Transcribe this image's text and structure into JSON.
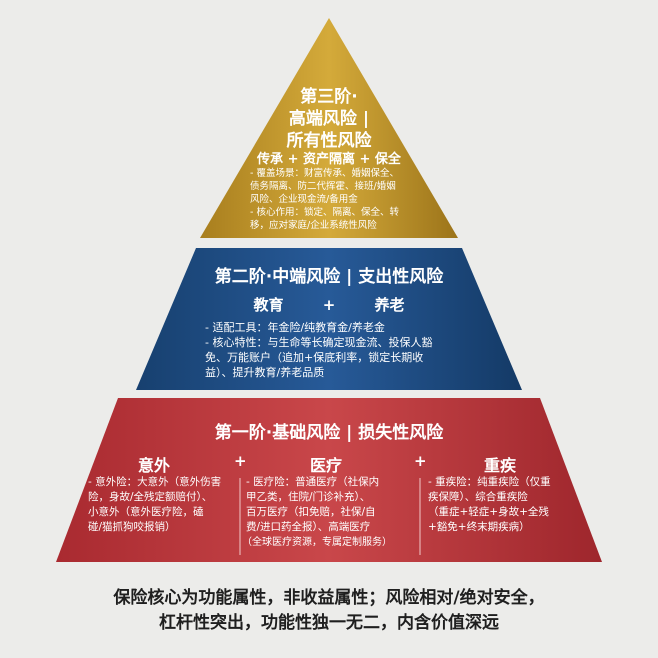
{
  "colors": {
    "background": "#ececea",
    "tier3": "#c9a030",
    "tier2": "#1f4f8c",
    "tier1": "#c2383c",
    "text_light": "#ffffff",
    "text_dark": "#1f1f1f"
  },
  "tier3": {
    "title_lines": [
      "第三阶·",
      "高端风险 |",
      "所有性风险"
    ],
    "subtitle": "传承 + 资产隔离 + 保全",
    "items": [
      "- 覆盖场景：财富传承、婚姻保全、",
      "债务隔离、防二代挥霍、接班/婚姻",
      "风险、企业现金流/备用金",
      "- 核心作用：锁定、隔离、保全、转",
      "移，应对家庭/企业系统性风险"
    ]
  },
  "tier2": {
    "title": "第二阶·中端风险 | 支出性风险",
    "subtitle_left": "教育",
    "subtitle_plus": "+",
    "subtitle_right": "养老",
    "items": [
      "- 适配工具：年金险/纯教育金/养老金",
      "- 核心特性：与生命等长确定现金流、投保人豁",
      "免、万能账户（追加+保底利率，锁定长期收",
      "益）、提升教育/养老品质"
    ]
  },
  "tier1": {
    "title": "第一阶·基础风险 | 损失性风险",
    "plus": "+",
    "columns": [
      {
        "heading": "意外",
        "lines": [
          "- 意外险：大意外（意外伤害",
          "险，身故/全残定额赔付）、",
          "小意外（意外医疗险，磕",
          "碰/猫抓狗咬报销）"
        ]
      },
      {
        "heading": "医疗",
        "lines": [
          "- 医疗险：普通医疗（社保内",
          "甲乙类，住院/门诊补充）、",
          "百万医疗（扣免赔，社保/自",
          "费/进口药全报）、高端医疗",
          "（全球医疗资源，专属定制服务）"
        ]
      },
      {
        "heading": "重疾",
        "lines": [
          "- 重疾险：纯重疾险（仅重",
          "疾保障）、综合重疾险",
          "（重症+轻症+身故+全残",
          "+豁免+终末期疾病）"
        ]
      }
    ]
  },
  "footer": {
    "lines": [
      "保险核心为功能属性，非收益属性；风险相对/绝对安全，",
      "杠杆性突出，功能性独一无二，内含价值深远"
    ]
  }
}
